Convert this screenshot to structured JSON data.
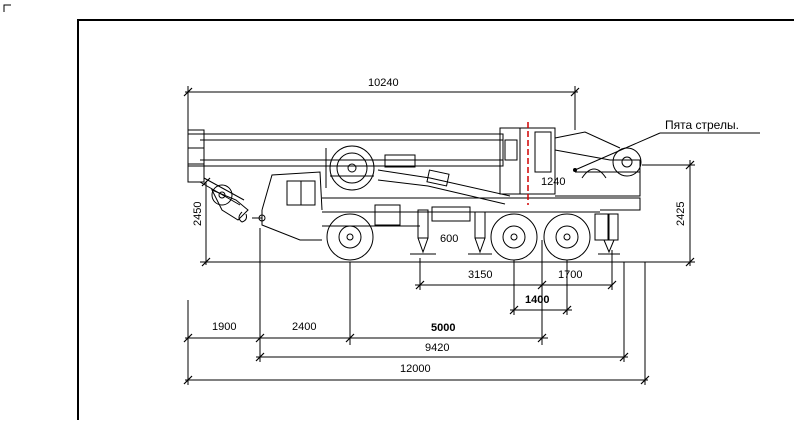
{
  "drawing": {
    "callout": "Пята стрелы.",
    "dimensions": {
      "overall_boom": "10240",
      "height_left": "2450",
      "height_right": "2425",
      "pivot_offset": "1240",
      "small_mark": "600",
      "axle_gap_a": "3150",
      "axle_gap_b": "1700",
      "bogie_span": "1400",
      "front_overhang": "1900",
      "cab_to_axle": "2400",
      "axle_span": "5000",
      "hook_to_rear": "9420",
      "overall_length": "12000"
    }
  }
}
